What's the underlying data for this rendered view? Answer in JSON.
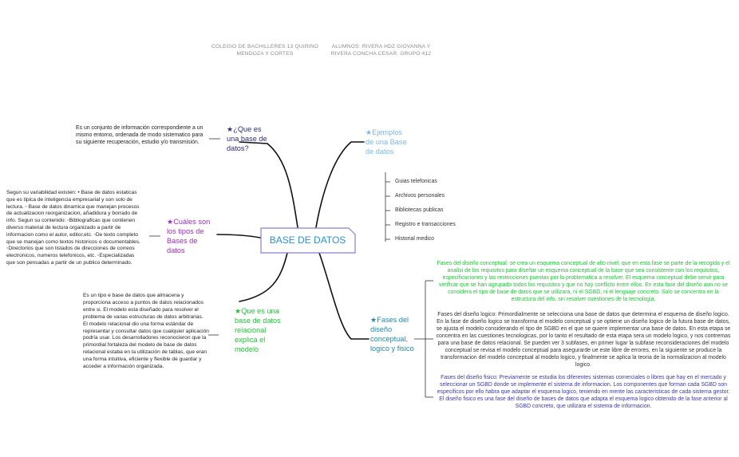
{
  "header": {
    "school": "COLEGIO DE BACHILLERES 13 QUIRINO MENDOZA Y CORTES",
    "students": "ALUMNOS: RIVERA HDZ GIOVANNA Y RIVERA CONCHA CESAR. GRUPO:412"
  },
  "central": {
    "label": "BASE DE DATOS"
  },
  "colors": {
    "line": "#111111",
    "central_text": "#2d8fd6",
    "central_border": "#8c7ec9",
    "navy": "#2c2c7a",
    "purple": "#9b2dbd",
    "green": "#22c33a",
    "light_blue": "#7ab9e8",
    "teal": "#1f8aa8",
    "blue_text": "#3a3aa8"
  },
  "branches": {
    "que_es": {
      "label": "★¿Que es una base de datos?",
      "description": "Es un conjunto de información correspondiente a un mismo entorno, ordenada de modo sistematico para su siguiente recuperación, estudio y/o transmisión."
    },
    "tipos": {
      "label": "★Cuáles son los tipos de Bases de datos",
      "description": "Segun su variabilidad existen: • Base de datos estaticas que es tipica de inteligencia empresarial y son solo de lectura. ◦ Base de datos dinamica que manejan procesos de actualizacion reorganizacion, añadidura y borrado de info. Segun su contenido: ◦Bibliograficas que contienen diverso material de lectura organizado a partir de informacion como el autor, editor,etc. ◦De texto completo que se manejan como textos historicos o documentables. ◦Directorios que son listados de direcciones de correos electronicos, numeros telefonicos, etc. ◦Especializadas que son pensadas a partir de un publico determinado."
    },
    "modelo": {
      "label": "★Que es una base de datos relacional explica el modelo",
      "description": "Es un tipo e base de datos que almacena y proporciona acceso a puntos de datos relacionados entre si.  El modelo esta diseñado para resolver el problema de varias estructuras de datos arbitrarias. El modelo relacional dio una forma estándar de representar y consultar datos que cualquier aplicación podría usar. Los desarrolladores reconocieron que la primordial fortaleza del modelo de base de datos relacional estaba en la utilización de tablas, que eran una forma intuitiva, eficiente y flexible de guardar y acceder a información organizada."
    },
    "ejemplos": {
      "label": "★Ejemplos de una Base de datos",
      "items": [
        "Guias telefonicas",
        "Archivos personales",
        "Bibliotecas publicas",
        "Registro e transacciones",
        "Historial medico"
      ]
    },
    "fases": {
      "label": "★Fases del diseño conceptual, logico y fisico",
      "conceptual": "Fases del diseño conceptual: se crea un esquema conceptual de alto nivel, que en esta fase se parte de la recogida y el analisi de los requisitos para diseñar un esquema conceptual de la base que sea consistente con los requisitos, especificaciones y las restricciones puestas por la problematica a resolver. El esquema conceptual debe servir para verificar que se han agrupado todos los requisitos y que no hay conflicto entre ellos. En esta fase del diseño aun no se considera el tipo de base de datos que se utilizara, ni el SGBD, ni el lenguaje concreto. Solo se concentra en la estructura del info. sin resolver cuestiones de la tecnologia.",
      "logico": "Fases del diseño logico: Primordialmente se selecciona una base de datos que determina el esquema de diseño logico. En la fase de diseño logico se transforma el modelo conceptual y se optiene un diseño logico de la futura base de datos, se ajusta el modelo considerando el tipo de SGBD en el que se quiere implementar una base de datos. En esta etapa se concentra en las cuestiones tecnologicas, por lo tanto el resultado de esta etapa sera un modelo logico, y nos contremas para una base de datos relacional.  Se pueden ver 3 subfases, en primer lugar la subfase reconsideraciones del modelo conceptual se revisa el modelo conceptual para asegurarde ue este libre de errores, en la siguiente se produce la transformacion del modelo conceptual al modelo logico, y finalmente se aplica la teoria de la normalizacion al modelo logico.",
      "fisico": "Fases del diseño fisico: Previamente se estudia los diferentes sistemas comerciales o libres que hay en el mercado y seleccionar un SGBD donde se implemente el sistema de informacion. Los componentes que forman cada SGBD son especificos por ello habra que adaptar el esquema logico, teniendo en mente las caracteristicas de cada sistema gestor. El diseño fisico es una fase del diseño de bases de datos que adapta el esquema logico obtenido de la fase anterior al SGBD concreto, que utilizara el sistema de informacion."
    }
  }
}
